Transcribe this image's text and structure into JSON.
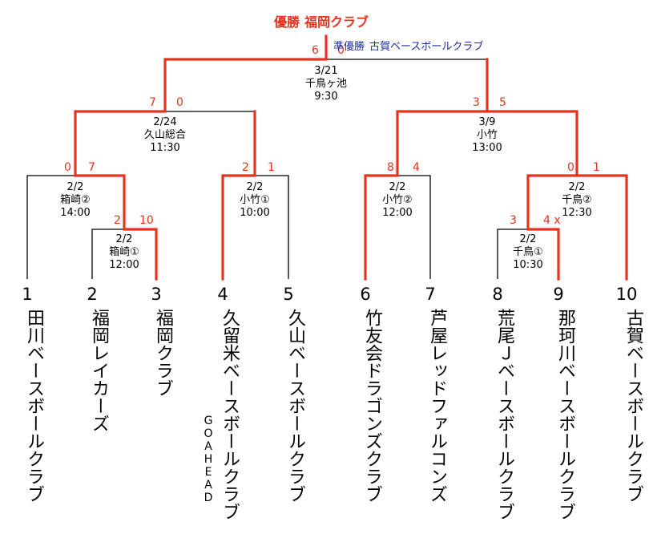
{
  "champion": {
    "label": "優勝",
    "name": "福岡クラブ"
  },
  "runner_up": {
    "label": "準優勝",
    "name": "古賀ベースボールクラブ"
  },
  "colors": {
    "winner_line": "#e8321e",
    "score": "#e8321e",
    "runner_up": "#1a2e9c",
    "line": "#000000"
  },
  "teams": [
    {
      "seed": "1",
      "name": "田川ベースボールクラブ"
    },
    {
      "seed": "2",
      "name": "福岡レイカーズ"
    },
    {
      "seed": "3",
      "name": "福岡クラブ"
    },
    {
      "seed": "4",
      "name": "久留米ベースボールクラブ",
      "sub": "GO AHEAD"
    },
    {
      "seed": "5",
      "name": "久山ベースボールクラブ"
    },
    {
      "seed": "6",
      "name": "竹友会ドラゴンズクラブ"
    },
    {
      "seed": "7",
      "name": "芦屋レッドファルコンズ"
    },
    {
      "seed": "8",
      "name": "荒尾Ｊベースボールクラブ"
    },
    {
      "seed": "9",
      "name": "那珂川ベースボールクラブ"
    },
    {
      "seed": "10",
      "name": "古賀ベースボールクラブ"
    }
  ],
  "matches": [
    {
      "id": "m_a",
      "date": "2/2",
      "venue": "箱崎①",
      "time": "12:00",
      "score_left": "2",
      "score_right": "10"
    },
    {
      "id": "m_b",
      "date": "2/2",
      "venue": "千鳥①",
      "time": "10:30",
      "score_left": "3",
      "score_right": "4 x"
    },
    {
      "id": "r1_1",
      "date": "2/2",
      "venue": "箱崎②",
      "time": "14:00",
      "score_left": "0",
      "score_right": "7"
    },
    {
      "id": "r1_2",
      "date": "2/2",
      "venue": "小竹①",
      "time": "10:00",
      "score_left": "2",
      "score_right": "1"
    },
    {
      "id": "r1_3",
      "date": "2/2",
      "venue": "小竹②",
      "time": "12:00",
      "score_left": "8",
      "score_right": "4"
    },
    {
      "id": "r1_4",
      "date": "2/2",
      "venue": "千鳥②",
      "time": "12:30",
      "score_left": "0",
      "score_right": "1"
    },
    {
      "id": "sf_1",
      "date": "2/24",
      "venue": "久山総合",
      "time": "11:30",
      "score_left": "7",
      "score_right": "0"
    },
    {
      "id": "sf_2",
      "date": "3/9",
      "venue": "小竹",
      "time": "13:00",
      "score_left": "3",
      "score_right": "5"
    },
    {
      "id": "final",
      "date": "3/21",
      "venue": "千鳥ヶ池",
      "time": "9:30",
      "score_left": "6",
      "score_right": "0"
    }
  ]
}
